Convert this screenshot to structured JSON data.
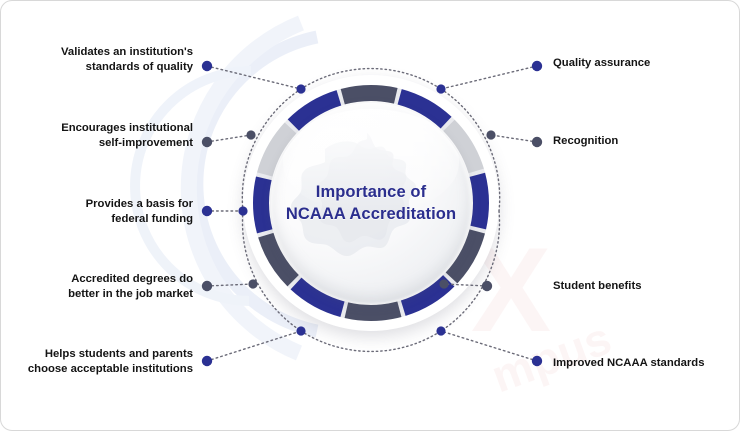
{
  "figure": {
    "center_title_line1": "Importance of",
    "center_title_line2": "NCAAA Accreditation",
    "accent_blue": "#2b3193",
    "accent_slate": "#4b4f66",
    "title_color": "#2b2e8e",
    "label_color": "#141414",
    "background": "#ffffff",
    "border_color": "#d8d8d8"
  },
  "chart_data": {
    "type": "diagram",
    "title": "Importance of NCAAA Accreditation",
    "layout": "radial hub-and-spoke with 8 labelled nodes around a segmented ring",
    "legend": "none",
    "nodes": [
      {
        "id": 1,
        "side": "left",
        "label": "Validates an institution's\nstandards of quality",
        "dot_color": "#2b3193"
      },
      {
        "id": 2,
        "side": "left",
        "label": "Encourages institutional\nself-improvement",
        "dot_color": "#4b4f66"
      },
      {
        "id": 3,
        "side": "left",
        "label": "Provides a basis for\nfederal funding",
        "dot_color": "#2b3193"
      },
      {
        "id": 4,
        "side": "left",
        "label": "Accredited degrees do\nbetter in the job market",
        "dot_color": "#4b4f66"
      },
      {
        "id": 5,
        "side": "left",
        "label": "Helps students and parents\nchoose acceptable institutions",
        "dot_color": "#2b3193"
      },
      {
        "id": 6,
        "side": "right",
        "label": "Quality assurance",
        "dot_color": "#2b3193"
      },
      {
        "id": 7,
        "side": "right",
        "label": "Recognition",
        "dot_color": "#4b4f66"
      },
      {
        "id": 8,
        "side": "right",
        "label": "Student benefits",
        "dot_color": "#4b4f66"
      },
      {
        "id": 9,
        "side": "right",
        "label": "Improved NCAAA standards",
        "dot_color": "#2b3193"
      }
    ],
    "ring_segments": [
      {
        "color": "#2b3193"
      },
      {
        "color": "#cfd1d6"
      },
      {
        "color": "#2b3193"
      },
      {
        "color": "#4b4f66"
      },
      {
        "color": "#2b3193"
      },
      {
        "color": "#4b4f66"
      },
      {
        "color": "#2b3193"
      },
      {
        "color": "#4b4f66"
      },
      {
        "color": "#2b3193"
      },
      {
        "color": "#cfd1d6"
      },
      {
        "color": "#2b3193"
      },
      {
        "color": "#4b4f66"
      }
    ]
  },
  "labels": {
    "n1": "Validates an institution's\nstandards of quality",
    "n2": "Encourages institutional\nself-improvement",
    "n3": "Provides a basis for\nfederal funding",
    "n4": "Accredited degrees do\nbetter in the job market",
    "n5": "Helps students and parents\nchoose acceptable institutions",
    "n6": "Quality assurance",
    "n7": "Recognition",
    "n8": "Student benefits",
    "n9": "Improved NCAAA standards"
  }
}
